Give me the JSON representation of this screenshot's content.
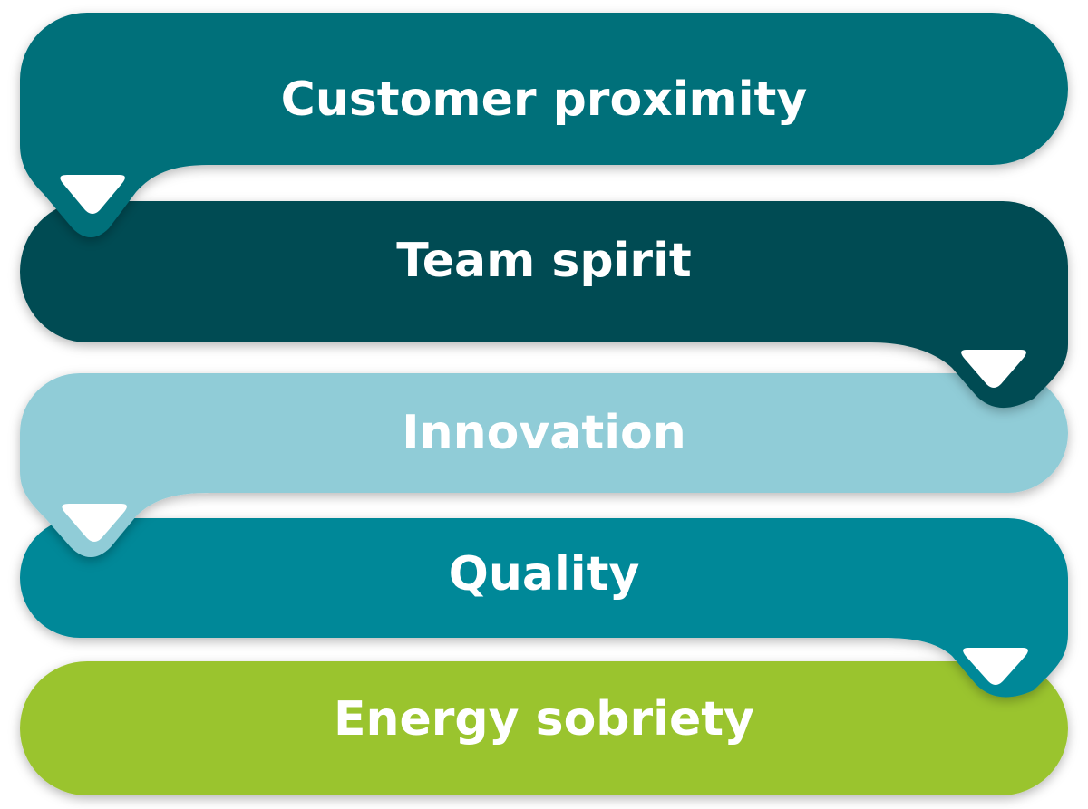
{
  "steps": [
    {
      "label": "Customer proximity",
      "color": "#006f7a"
    },
    {
      "label": "Team spirit",
      "color": "#004c52"
    },
    {
      "label": "Innovation",
      "color": "#90ccd7"
    },
    {
      "label": "Quality",
      "color": "#018898"
    },
    {
      "label": "Energy sobriety",
      "color": "#9ac42f"
    }
  ]
}
